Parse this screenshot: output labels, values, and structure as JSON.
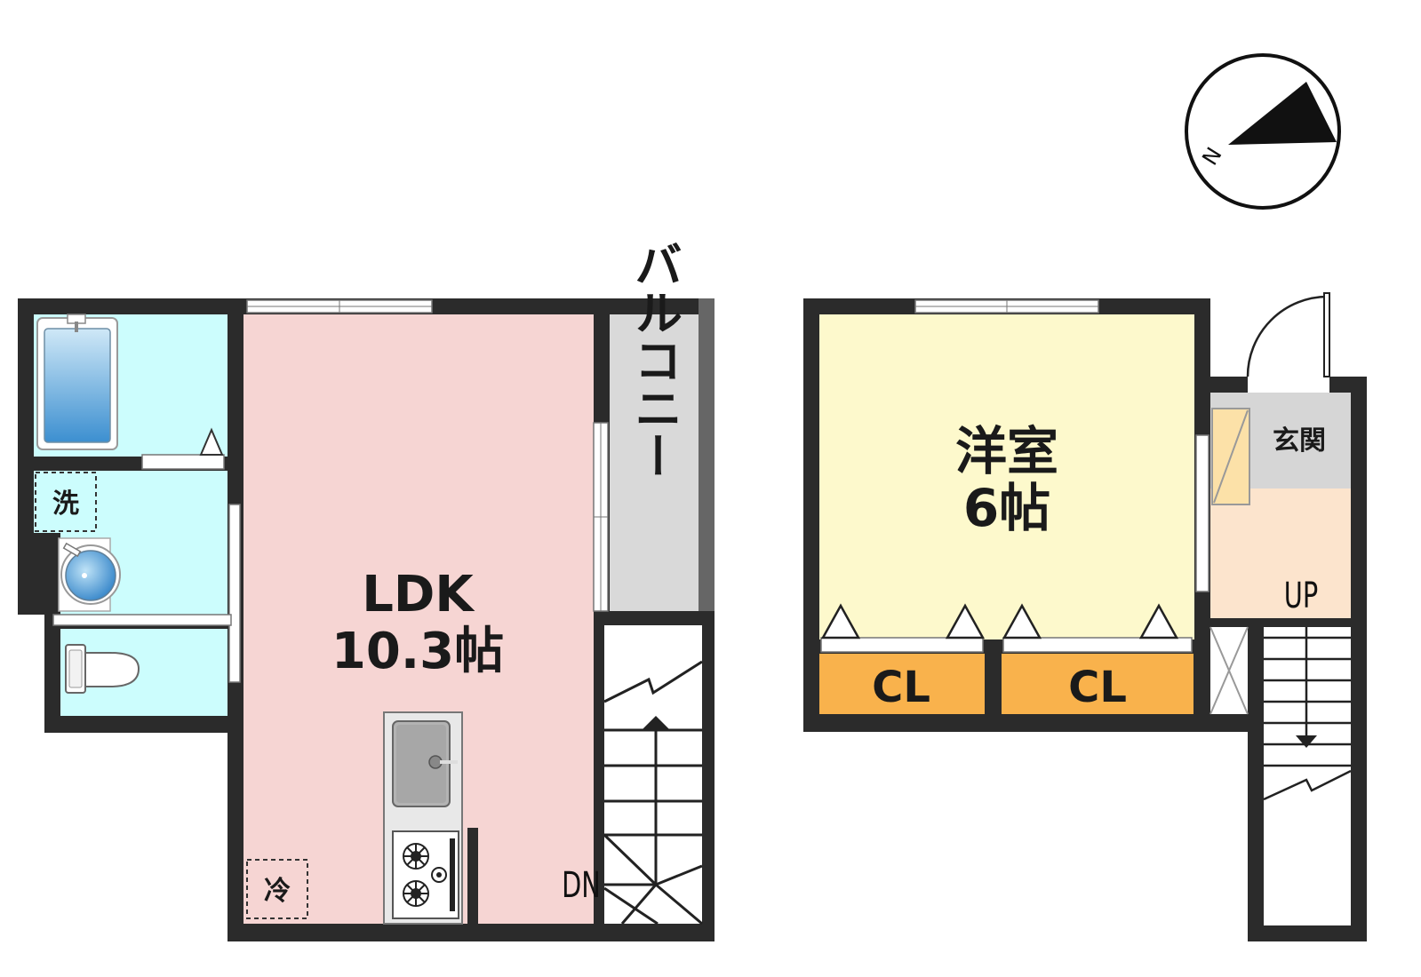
{
  "rooms": {
    "ldk": {
      "name": "LDK",
      "size": "10.3帖"
    },
    "western": {
      "name": "洋室",
      "size": "6帖"
    },
    "balcony": {
      "name": "バルコニー"
    },
    "entrance": {
      "name": "玄関"
    }
  },
  "closets": {
    "left": "CL",
    "right": "CL"
  },
  "appliances": {
    "washer": "洗",
    "fridge": "冷"
  },
  "stairs": {
    "down": "DN",
    "up": "UP"
  },
  "compass": {
    "north": "N"
  },
  "colors": {
    "wall": "#2b2b2b",
    "ldk": "#f6d5d3",
    "western": "#fdf9cc",
    "wet_area": "#ccfdfd",
    "balcony": "#d9d9d9",
    "entrance_floor": "#fce4cd",
    "closet": "#f9b24c",
    "genkan": "#d6d6d6"
  }
}
